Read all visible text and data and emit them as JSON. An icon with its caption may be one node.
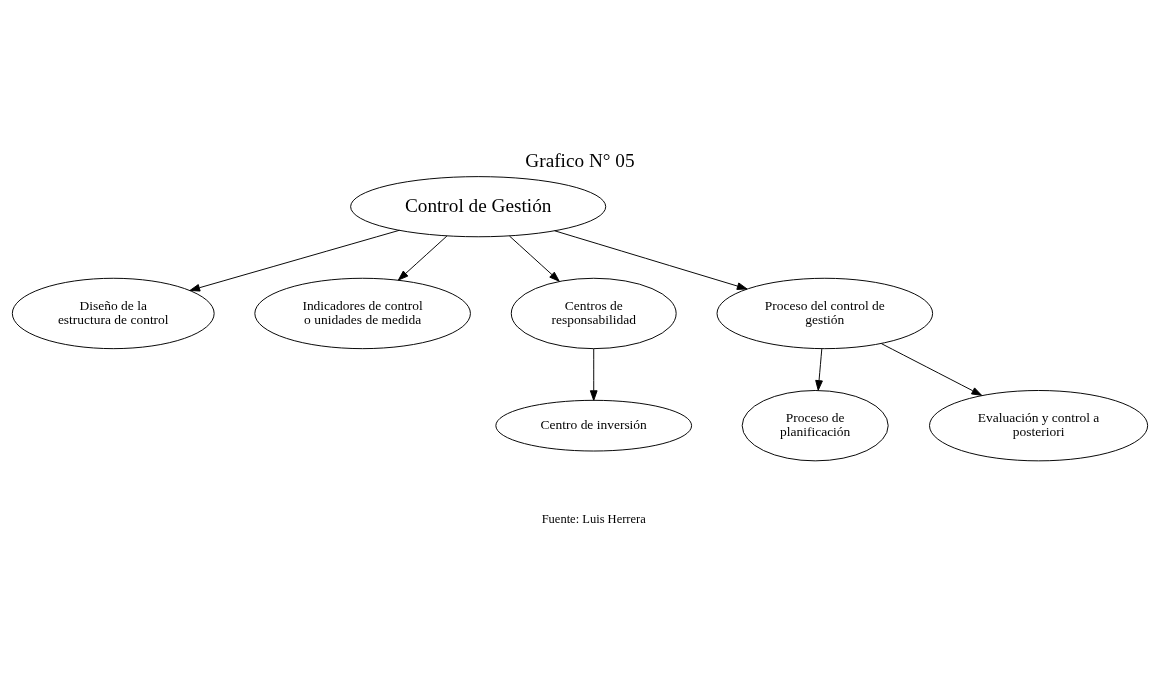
{
  "diagram": {
    "title": "Grafico N° 05",
    "caption": "Fuente: Luis Herrera",
    "nodes": [
      {
        "text": [
          "Control de Gestión"
        ]
      },
      {
        "text": [
          "Diseño de la estructura de control"
        ]
      },
      {
        "text": [
          "Indicadores de control o unidades de medida"
        ]
      },
      {
        "text": [
          "Centros de responsabilidad"
        ]
      },
      {
        "text": [
          "Proceso del control de gestión"
        ]
      },
      {
        "text": [
          "Centro de inversión"
        ]
      },
      {
        "text": [
          "Proceso de planificación"
        ]
      },
      {
        "text": [
          "Evaluación y control a posteriori"
        ]
      }
    ],
    "edges": [
      {
        "from": 0,
        "to": 1,
        "arrow": "to"
      },
      {
        "from": 0,
        "to": 2,
        "arrow": "to"
      },
      {
        "from": 0,
        "to": 3,
        "arrow": "to"
      },
      {
        "from": 0,
        "to": 4,
        "arrow": "to"
      },
      {
        "from": 3,
        "to": 5,
        "arrow": "to"
      },
      {
        "from": 4,
        "to": 6,
        "arrow": "to"
      },
      {
        "from": 4,
        "to": 7,
        "arrow": "to"
      }
    ]
  }
}
